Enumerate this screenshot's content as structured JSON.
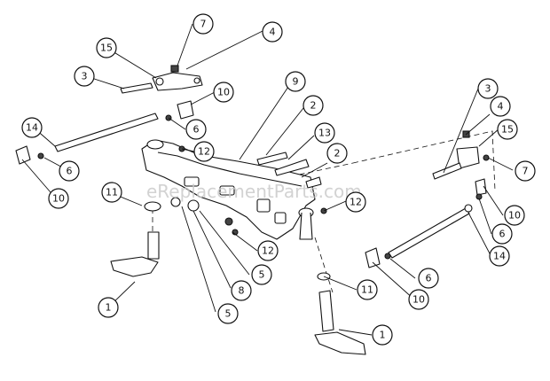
{
  "watermark": "eReplacementParts.com",
  "callouts": [
    {
      "label": "1"
    },
    {
      "label": "1"
    },
    {
      "label": "2"
    },
    {
      "label": "2"
    },
    {
      "label": "3"
    },
    {
      "label": "3"
    },
    {
      "label": "4"
    },
    {
      "label": "4"
    },
    {
      "label": "5"
    },
    {
      "label": "5"
    },
    {
      "label": "6"
    },
    {
      "label": "6"
    },
    {
      "label": "6"
    },
    {
      "label": "6"
    },
    {
      "label": "7"
    },
    {
      "label": "7"
    },
    {
      "label": "8"
    },
    {
      "label": "9"
    },
    {
      "label": "10"
    },
    {
      "label": "10"
    },
    {
      "label": "10"
    },
    {
      "label": "10"
    },
    {
      "label": "11"
    },
    {
      "label": "11"
    },
    {
      "label": "12"
    },
    {
      "label": "12"
    },
    {
      "label": "12"
    },
    {
      "label": "13"
    },
    {
      "label": "14"
    },
    {
      "label": "14"
    },
    {
      "label": "15"
    },
    {
      "label": "15"
    }
  ]
}
